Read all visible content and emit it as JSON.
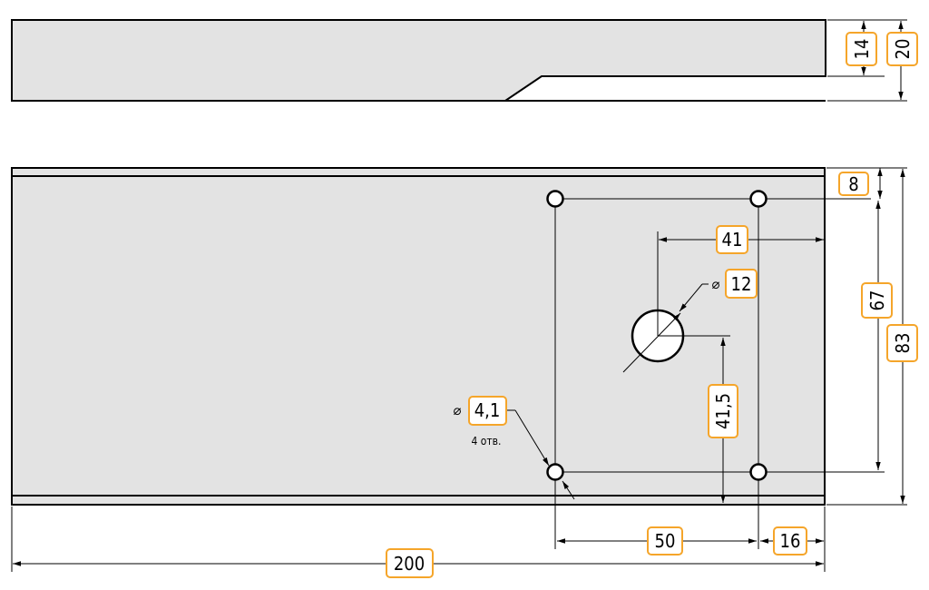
{
  "drawing": {
    "side_view": {
      "dimensions": {
        "inner_height": "14",
        "total_height": "20"
      }
    },
    "top_view": {
      "dimensions": {
        "edge_to_hole_row": "8",
        "hole_row_spacing": "67",
        "total_height": "83",
        "center_hole_offset_x": "41",
        "center_hole_diameter": "12",
        "center_hole_symbol": "⌀",
        "center_hole_offset_y": "41,5",
        "small_hole_diameter": "4,1",
        "small_hole_symbol": "⌀",
        "small_hole_count": "4 отв.",
        "hole_column_spacing": "50",
        "hole_to_edge": "16",
        "total_length": "200"
      }
    }
  }
}
